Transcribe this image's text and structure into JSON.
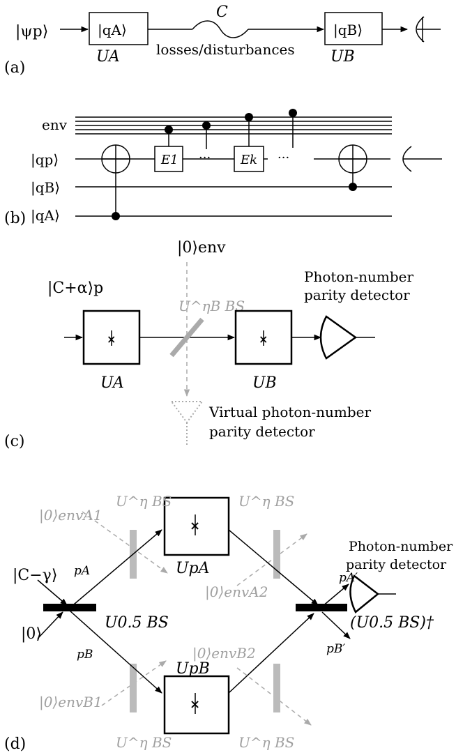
{
  "panel_a": {
    "label": "(a)",
    "input_state": "|ψp⟩",
    "box_a": "|qA⟩",
    "box_b": "|qB⟩",
    "unitary_a": "UA",
    "unitary_b": "UB",
    "channel": "C",
    "channel_label": "losses/disturbances"
  },
  "panel_b": {
    "label": "(b)",
    "env": "env",
    "wire_p": "|qp⟩",
    "wire_b": "|qB⟩",
    "wire_a": "|qA⟩",
    "gate_1": "E1",
    "gate_k": "Ek",
    "dots": "···"
  },
  "panel_c": {
    "label": "(c)",
    "input_state": "|C+α⟩p",
    "env_state": "|0⟩env",
    "beamsplitter": "U^ηB BS",
    "unitary_a": "UA",
    "unitary_b": "UB",
    "detector": [
      "Photon-number",
      "parity detector"
    ],
    "virtual_detector": [
      "Virtual photon-number",
      "parity detector"
    ]
  },
  "panel_d": {
    "label": "(d)",
    "input_state": "|C−γ⟩",
    "vacuum": "|0⟩",
    "bs_in": "U0.5 BS",
    "bs_out": "(U0.5 BS)†",
    "upa": "UpA",
    "upb": "UpB",
    "env_a1": "|0⟩envA1",
    "env_a2": "|0⟩envA2",
    "env_b1": "|0⟩envB1",
    "env_b2": "|0⟩envB2",
    "bs_loss": "U^η BS",
    "pa": "pA",
    "pb": "pB",
    "pa_prime": "pA′",
    "pb_prime": "pB′",
    "detector": [
      "Photon-number",
      "parity detector"
    ]
  }
}
